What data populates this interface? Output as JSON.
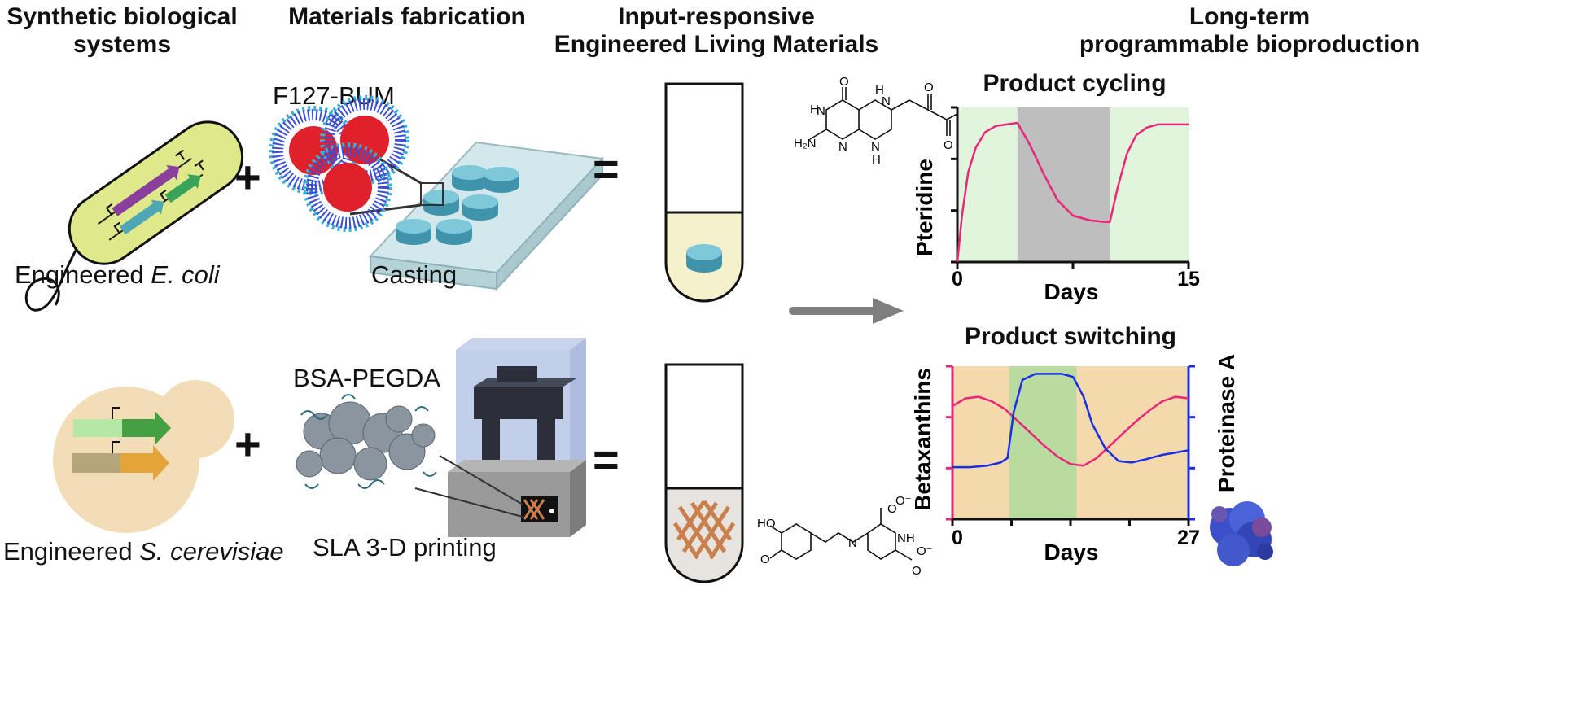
{
  "headers": {
    "col1": [
      "Synthetic biological",
      "systems"
    ],
    "col2": [
      "Materials fabrication"
    ],
    "col3": [
      "Input-responsive",
      "Engineered Living Materials"
    ],
    "col4": [
      "Long-term",
      "programmable bioproduction"
    ]
  },
  "row1": {
    "organism_prefix": "Engineered ",
    "organism_italic": "E. coli",
    "material": "F127-BUM",
    "process": "Casting",
    "plus": "+",
    "equals": "="
  },
  "row2": {
    "organism_prefix": "Engineered ",
    "organism_italic": "S. cerevisiae",
    "material": "BSA-PEGDA",
    "process": "SLA 3-D printing",
    "plus": "+",
    "equals": "="
  },
  "chem1": {
    "atoms": [
      "O",
      "H",
      "N",
      "H",
      "O",
      "O",
      "H₂N",
      "N",
      "N",
      "N",
      "H"
    ]
  },
  "chem2": {
    "atoms": [
      "HO",
      "O",
      "N",
      "O",
      "NH",
      "O",
      "O⁻",
      "O⁻"
    ]
  },
  "colors": {
    "bacterium_fill": "#dfe88a",
    "yeast_fill": "#f3ddb6",
    "gel_blue": "#64b6cc",
    "micelle_core": "#e0202a",
    "micelle_shell": "#3a6fd8",
    "pink_line": "#e8267a",
    "blue_line": "#1a2ee8",
    "green_band": "#e0f5dc",
    "gray_band": "#bebebe",
    "tan_band": "#f3d9ab",
    "switch_green_band": "#b9dba0",
    "arrow_gray": "#7f7f7f"
  },
  "chart_data": [
    {
      "type": "line",
      "title": "Product cycling",
      "xlabel": "Days",
      "ylabel": "Pteridine",
      "xlim": [
        0,
        15
      ],
      "x_ticks": [
        "0",
        "15"
      ],
      "bands": [
        {
          "from": 0,
          "to": 3.9,
          "color": "green"
        },
        {
          "from": 3.9,
          "to": 9.9,
          "color": "gray"
        },
        {
          "from": 9.9,
          "to": 15,
          "color": "green"
        }
      ],
      "series": [
        {
          "color": "pink",
          "x": [
            0,
            0.3,
            0.7,
            1.2,
            1.8,
            2.5,
            3.2,
            3.9,
            4.7,
            5.6,
            6.5,
            7.5,
            8.6,
            9.5,
            9.9,
            10.4,
            11.0,
            11.6,
            12.3,
            13.0,
            14.0,
            15.0
          ],
          "y": [
            0.0,
            0.3,
            0.58,
            0.74,
            0.84,
            0.88,
            0.89,
            0.9,
            0.76,
            0.57,
            0.4,
            0.3,
            0.27,
            0.26,
            0.26,
            0.48,
            0.7,
            0.82,
            0.87,
            0.89,
            0.89,
            0.89
          ]
        }
      ]
    },
    {
      "type": "line",
      "title": "Product switching",
      "xlabel": "Days",
      "ylabel_left": "Betaxanthins",
      "ylabel_right": "Proteinase A",
      "xlim": [
        0,
        27
      ],
      "x_ticks": [
        "0",
        "27"
      ],
      "bands": [
        {
          "from": 0,
          "to": 6.5,
          "color": "tan"
        },
        {
          "from": 6.5,
          "to": 14.2,
          "color": "green"
        },
        {
          "from": 14.2,
          "to": 27,
          "color": "tan"
        }
      ],
      "series": [
        {
          "axis": "left",
          "color": "pink",
          "x": [
            0,
            1.5,
            3,
            4.5,
            6,
            7.5,
            9,
            10.5,
            12,
            13.5,
            15,
            16.5,
            18,
            19.5,
            21,
            22.5,
            24,
            25.5,
            27
          ],
          "y": [
            0.74,
            0.79,
            0.8,
            0.77,
            0.72,
            0.64,
            0.56,
            0.48,
            0.41,
            0.36,
            0.35,
            0.4,
            0.48,
            0.56,
            0.64,
            0.71,
            0.77,
            0.8,
            0.79
          ]
        },
        {
          "axis": "right",
          "color": "blue",
          "x": [
            0,
            2,
            4,
            5.5,
            6.3,
            7,
            8,
            9.5,
            11,
            12.5,
            13.8,
            15,
            16,
            17.5,
            19,
            20.5,
            22,
            24,
            27
          ],
          "y": [
            0.34,
            0.34,
            0.35,
            0.37,
            0.4,
            0.7,
            0.91,
            0.95,
            0.95,
            0.95,
            0.93,
            0.8,
            0.62,
            0.46,
            0.38,
            0.37,
            0.39,
            0.42,
            0.45
          ]
        }
      ]
    }
  ]
}
